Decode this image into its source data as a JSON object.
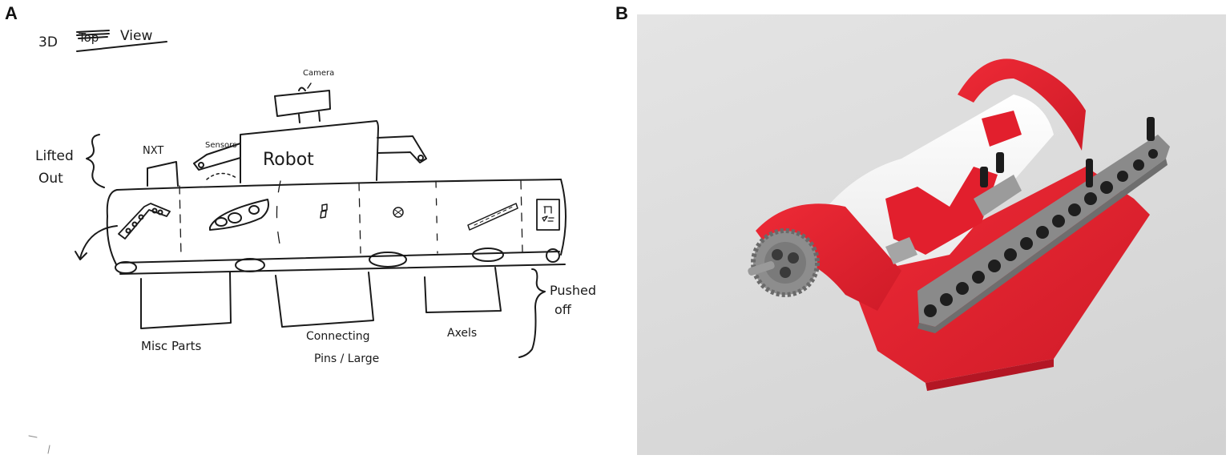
{
  "figure": {
    "panels": [
      {
        "label": "A",
        "kind": "hand-drawn sketch",
        "title": "3D View",
        "struck_word": "Top",
        "annotations": {
          "camera": "Camera",
          "robot": "Robot",
          "sensors": "Sensors",
          "nxt": "NXT",
          "lifted_out_line1": "Lifted",
          "lifted_out_line2": "Out",
          "pushed_off_line1": "Pushed",
          "pushed_off_line2": "off",
          "bin_1": "Misc Parts",
          "bin_2_line1": "Connecting",
          "bin_2_line2": "Pins / Large",
          "bin_3": "Axels"
        }
      },
      {
        "label": "B",
        "kind": "photograph",
        "subject": "LEGO conveyor belt prototype wrapped in red tape",
        "colors": {
          "background": "#dcdcdc",
          "tape": "#e0202e",
          "beam": "#8a8a8a",
          "paper": "#f7f7f7",
          "pins": "#1c1c1c"
        }
      }
    ]
  }
}
